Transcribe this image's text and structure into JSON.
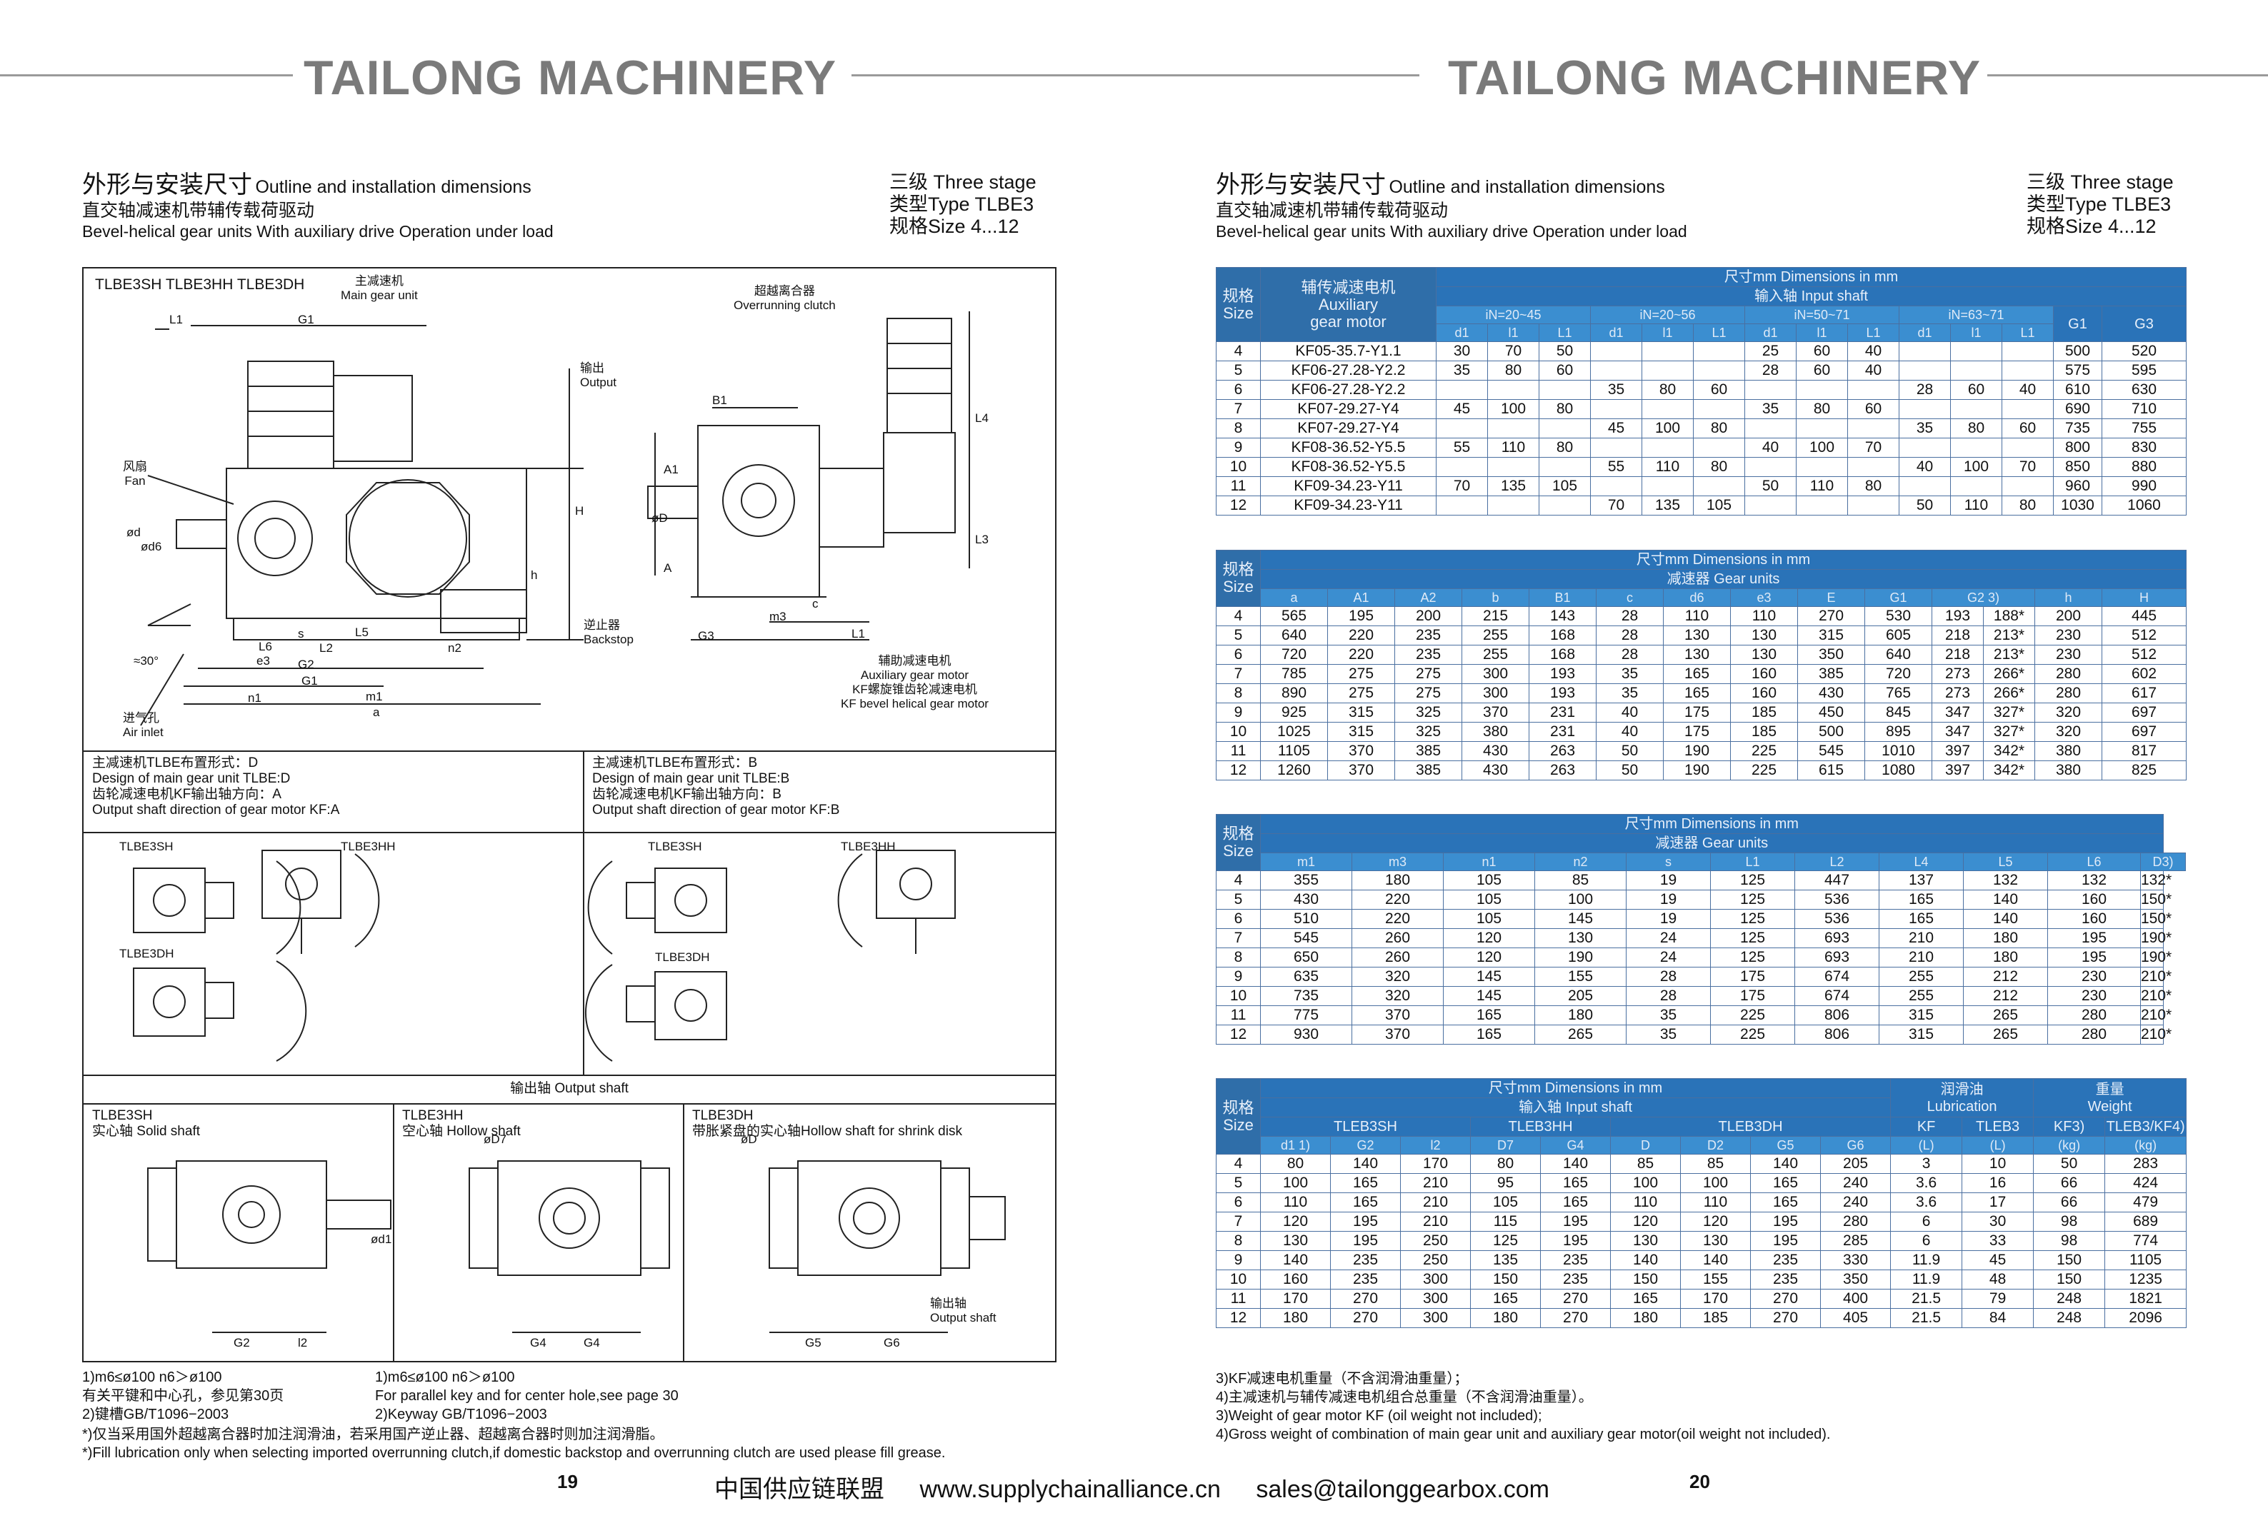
{
  "header": {
    "brand_left": "TAILONG MACHINERY",
    "brand_right": "TAILONG MACHINERY"
  },
  "left": {
    "title_cn": "外形与安装尺寸",
    "title_en": "Outline and installation dimensions",
    "subtitle_cn": "直交轴减速机带辅传载荷驱动",
    "subtitle_en": "Bevel-helical gear units With auxiliary drive  Operation under load",
    "spec": [
      "三级 Three stage",
      "类型Type TLBE3",
      "规格Size 4...12"
    ],
    "drawing": {
      "types": "TLBE3SH TLBE3HH TLBE3DH",
      "main_cn": "主减速机",
      "main_en": "Main gear unit",
      "overrun_cn": "超越离合器",
      "overrun_en": "Overrunning clutch",
      "output_cn": "输出",
      "output_en": "Output",
      "fan_cn": "风扇",
      "fan_en": "Fan",
      "backstop_cn": "逆止器",
      "backstop_en": "Backstop",
      "aux_cn": "辅助减速电机",
      "aux_en": "Auxiliary gear motor",
      "kf_cn": "KF螺旋锥齿轮减速电机",
      "kf_en": "KF bevel helical gear motor",
      "inlet_cn": "进气孔",
      "inlet_en": "Air inlet",
      "angle": "≈30°",
      "dims": [
        "L1",
        "G1",
        "B1",
        "A1",
        "A",
        "H",
        "h",
        "L4",
        "L3",
        "L1",
        "c",
        "m3",
        "G3",
        "m1",
        "a",
        "e3",
        "n1",
        "G2",
        "G1",
        "n2",
        "L2",
        "L5",
        "L6",
        "s",
        "ød",
        "ød6",
        "øD"
      ]
    },
    "arr_d": {
      "cn1": "主减速机TLBE布置形式：D",
      "en1": "Design of main gear unit TLBE:D",
      "cn2": "齿轮减速电机KF输出轴方向：A",
      "en2": "Output shaft direction of gear motor KF:A"
    },
    "arr_b": {
      "cn1": "主减速机TLBE布置形式：B",
      "en1": "Design of main gear unit TLBE:B",
      "cn2": "齿轮减速电机KF输出轴方向：B",
      "en2": "Output shaft direction of gear motor KF:B"
    },
    "view_labels": [
      "TLBE3SH",
      "TLBE3HH",
      "TLBE3DH",
      "TLBE3SH",
      "TLBE3HH",
      "TLBE3DH"
    ],
    "output_shaft": "输出轴 Output shaft",
    "shaft_types": [
      {
        "code": "TLBE3SH",
        "desc": "实心轴 Solid shaft"
      },
      {
        "code": "TLBE3HH",
        "desc": "空心轴 Hollow shaft"
      },
      {
        "code": "TLBE3DH",
        "desc": "带胀紧盘的实心轴Hollow shaft for shrink disk"
      }
    ],
    "shaft_dims": [
      "ød1",
      "G2",
      "l2",
      "øD7",
      "G4",
      "G4",
      "øD",
      "G5",
      "G6"
    ],
    "shaft_out_cn": "输出轴",
    "shaft_out_en": "Output shaft",
    "notes_a": [
      "1)m6≤ø100 n6＞ø100",
      "有关平键和中心孔，参见第30页",
      "2)键槽GB/T1096−2003"
    ],
    "notes_b": [
      "1)m6≤ø100 n6＞ø100",
      "For parallel key and for center hole,see page 30",
      "2)Keyway GB/T1096−2003"
    ],
    "notes_c": [
      "*)仅当采用国外超越离合器时加注润滑油，若采用国产逆止器、超越离合器时则加注润滑脂。",
      "*)Fill lubrication only when selecting imported overrunning clutch,if domestic backstop and overrunning clutch are used please fill grease."
    ],
    "page": "19"
  },
  "right": {
    "title_cn": "外形与安装尺寸",
    "title_en": "Outline and installation dimensions",
    "subtitle_cn": "直交轴减速机带辅传载荷驱动",
    "subtitle_en": "Bevel-helical gear units With auxiliary drive  Operation under load",
    "spec": [
      "三级 Three stage",
      "类型Type TLBE3",
      "规格Size 4...12"
    ],
    "table1": {
      "size_label": "规格\nSize",
      "motor_label": "辅传减速电机\nAuxiliary\ngear motor",
      "dim_label": "尺寸mm    Dimensions in mm",
      "input_label": "输入轴  Input shaft",
      "groups": [
        "iN=20~45",
        "iN=20~56",
        "iN=50~71",
        "iN=63~71"
      ],
      "sub": [
        "d1",
        "l1",
        "L1",
        "d1",
        "l1",
        "L1",
        "d1",
        "l1",
        "L1",
        "d1",
        "l1",
        "L1"
      ],
      "g_cols": [
        "G1",
        "G3"
      ],
      "rows": [
        [
          "4",
          "KF05-35.7-Y1.1",
          "30",
          "70",
          "50",
          "",
          "",
          "",
          "25",
          "60",
          "40",
          "",
          "",
          "",
          "500",
          "520"
        ],
        [
          "5",
          "KF06-27.28-Y2.2",
          "35",
          "80",
          "60",
          "",
          "",
          "",
          "28",
          "60",
          "40",
          "",
          "",
          "",
          "575",
          "595"
        ],
        [
          "6",
          "KF06-27.28-Y2.2",
          "",
          "",
          "",
          "35",
          "80",
          "60",
          "",
          "",
          "",
          "28",
          "60",
          "40",
          "610",
          "630"
        ],
        [
          "7",
          "KF07-29.27-Y4",
          "45",
          "100",
          "80",
          "",
          "",
          "",
          "35",
          "80",
          "60",
          "",
          "",
          "",
          "690",
          "710"
        ],
        [
          "8",
          "KF07-29.27-Y4",
          "",
          "",
          "",
          "45",
          "100",
          "80",
          "",
          "",
          "",
          "35",
          "80",
          "60",
          "735",
          "755"
        ],
        [
          "9",
          "KF08-36.52-Y5.5",
          "55",
          "110",
          "80",
          "",
          "",
          "",
          "40",
          "100",
          "70",
          "",
          "",
          "",
          "800",
          "830"
        ],
        [
          "10",
          "KF08-36.52-Y5.5",
          "",
          "",
          "",
          "55",
          "110",
          "80",
          "",
          "",
          "",
          "40",
          "100",
          "70",
          "850",
          "880"
        ],
        [
          "11",
          "KF09-34.23-Y11",
          "70",
          "135",
          "105",
          "",
          "",
          "",
          "50",
          "110",
          "80",
          "",
          "",
          "",
          "960",
          "990"
        ],
        [
          "12",
          "KF09-34.23-Y11",
          "",
          "",
          "",
          "70",
          "135",
          "105",
          "",
          "",
          "",
          "50",
          "110",
          "80",
          "1030",
          "1060"
        ]
      ]
    },
    "table2": {
      "size_label": "规格\nSize",
      "dim_label": "尺寸mm    Dimensions in mm",
      "unit_label": "减速器 Gear units",
      "cols": [
        "a",
        "A1",
        "A2",
        "b",
        "B1",
        "c",
        "d6",
        "e3",
        "E",
        "G1",
        "G2 3)",
        "h",
        "H"
      ],
      "rows": [
        [
          "4",
          "565",
          "195",
          "200",
          "215",
          "143",
          "28",
          "110",
          "110",
          "270",
          "530",
          "193",
          "188*",
          "200",
          "445"
        ],
        [
          "5",
          "640",
          "220",
          "235",
          "255",
          "168",
          "28",
          "130",
          "130",
          "315",
          "605",
          "218",
          "213*",
          "230",
          "512"
        ],
        [
          "6",
          "720",
          "220",
          "235",
          "255",
          "168",
          "28",
          "130",
          "130",
          "350",
          "640",
          "218",
          "213*",
          "230",
          "512"
        ],
        [
          "7",
          "785",
          "275",
          "275",
          "300",
          "193",
          "35",
          "165",
          "160",
          "385",
          "720",
          "273",
          "266*",
          "280",
          "602"
        ],
        [
          "8",
          "890",
          "275",
          "275",
          "300",
          "193",
          "35",
          "165",
          "160",
          "430",
          "765",
          "273",
          "266*",
          "280",
          "617"
        ],
        [
          "9",
          "925",
          "315",
          "325",
          "370",
          "231",
          "40",
          "175",
          "185",
          "450",
          "845",
          "347",
          "327*",
          "320",
          "697"
        ],
        [
          "10",
          "1025",
          "315",
          "325",
          "380",
          "231",
          "40",
          "175",
          "185",
          "500",
          "895",
          "347",
          "327*",
          "320",
          "697"
        ],
        [
          "11",
          "1105",
          "370",
          "385",
          "430",
          "263",
          "50",
          "190",
          "225",
          "545",
          "1010",
          "397",
          "342*",
          "380",
          "817"
        ],
        [
          "12",
          "1260",
          "370",
          "385",
          "430",
          "263",
          "50",
          "190",
          "225",
          "615",
          "1080",
          "397",
          "342*",
          "380",
          "825"
        ]
      ]
    },
    "table3": {
      "size_label": "规格\nSize",
      "dim_label": "尺寸mm    Dimensions in mm",
      "unit_label": "减速器 Gear units",
      "cols": [
        "m1",
        "m3",
        "n1",
        "n2",
        "s",
        "L1",
        "L2",
        "L4",
        "L5",
        "L6",
        "D3)"
      ],
      "rows": [
        [
          "4",
          "355",
          "180",
          "105",
          "85",
          "19",
          "125",
          "447",
          "137",
          "132",
          "132",
          "132*"
        ],
        [
          "5",
          "430",
          "220",
          "105",
          "100",
          "19",
          "125",
          "536",
          "165",
          "140",
          "160",
          "150*"
        ],
        [
          "6",
          "510",
          "220",
          "105",
          "145",
          "19",
          "125",
          "536",
          "165",
          "140",
          "160",
          "150*"
        ],
        [
          "7",
          "545",
          "260",
          "120",
          "130",
          "24",
          "125",
          "693",
          "210",
          "180",
          "195",
          "190*"
        ],
        [
          "8",
          "650",
          "260",
          "120",
          "190",
          "24",
          "125",
          "693",
          "210",
          "180",
          "195",
          "190*"
        ],
        [
          "9",
          "635",
          "320",
          "145",
          "155",
          "28",
          "175",
          "674",
          "255",
          "212",
          "230",
          "210*"
        ],
        [
          "10",
          "735",
          "320",
          "145",
          "205",
          "28",
          "175",
          "674",
          "255",
          "212",
          "230",
          "210*"
        ],
        [
          "11",
          "775",
          "370",
          "165",
          "180",
          "35",
          "225",
          "806",
          "315",
          "265",
          "280",
          "210*"
        ],
        [
          "12",
          "930",
          "370",
          "165",
          "265",
          "35",
          "225",
          "806",
          "315",
          "265",
          "280",
          "210*"
        ]
      ]
    },
    "table4": {
      "size_label": "规格\nSize",
      "dim_label": "尺寸mm    Dimensions in mm",
      "input_label": "输入轴  Input shaft",
      "lube_label": "润滑油\nLubrication",
      "weight_label": "重量\nWeight",
      "type_cols": [
        "TLEB3SH",
        "TLEB3HH",
        "TLEB3DH",
        "KF",
        "TLEB3",
        "KF3)",
        "TLEB3/KF4)"
      ],
      "units": [
        "d1 1)",
        "G2",
        "l2",
        "D7",
        "G4",
        "D",
        "D2",
        "G5",
        "G6",
        "(L)",
        "(L)",
        "(kg)",
        "(kg)"
      ],
      "rows": [
        [
          "4",
          "80",
          "140",
          "170",
          "80",
          "140",
          "85",
          "85",
          "140",
          "205",
          "3",
          "10",
          "50",
          "283"
        ],
        [
          "5",
          "100",
          "165",
          "210",
          "95",
          "165",
          "100",
          "100",
          "165",
          "240",
          "3.6",
          "16",
          "66",
          "424"
        ],
        [
          "6",
          "110",
          "165",
          "210",
          "105",
          "165",
          "110",
          "110",
          "165",
          "240",
          "3.6",
          "17",
          "66",
          "479"
        ],
        [
          "7",
          "120",
          "195",
          "210",
          "115",
          "195",
          "120",
          "120",
          "195",
          "280",
          "6",
          "30",
          "98",
          "689"
        ],
        [
          "8",
          "130",
          "195",
          "250",
          "125",
          "195",
          "130",
          "130",
          "195",
          "285",
          "6",
          "33",
          "98",
          "774"
        ],
        [
          "9",
          "140",
          "235",
          "250",
          "135",
          "235",
          "140",
          "140",
          "235",
          "330",
          "11.9",
          "45",
          "150",
          "1105"
        ],
        [
          "10",
          "160",
          "235",
          "300",
          "150",
          "235",
          "150",
          "155",
          "235",
          "350",
          "11.9",
          "48",
          "150",
          "1235"
        ],
        [
          "11",
          "170",
          "270",
          "300",
          "165",
          "270",
          "165",
          "170",
          "270",
          "400",
          "21.5",
          "79",
          "248",
          "1821"
        ],
        [
          "12",
          "180",
          "270",
          "300",
          "180",
          "270",
          "180",
          "185",
          "270",
          "405",
          "21.5",
          "84",
          "248",
          "2096"
        ]
      ]
    },
    "notes": [
      "3)KF减速电机重量（不含润滑油重量）；",
      "4)主减速机与辅传减速电机组合总重量（不含润滑油重量）。",
      "3)Weight of gear motor KF (oil weight not included);",
      "4)Gross weight of combination of main gear unit and auxiliary gear motor(oil weight not included)."
    ],
    "page": "20"
  },
  "footer": {
    "org": "中国供应链联盟",
    "url": "www.supplychainalliance.cn",
    "email": "sales@tailonggearbox.com"
  }
}
